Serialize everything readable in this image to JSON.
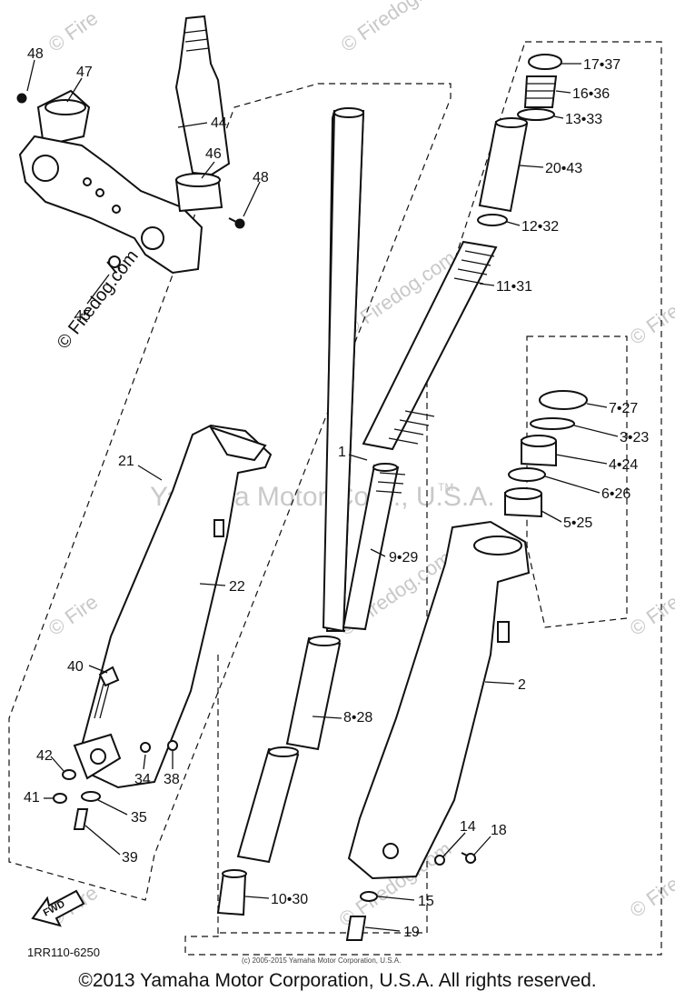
{
  "watermarks": {
    "center": "Yamaha Motor Corp., U.S.A.",
    "tm": "TM",
    "tiled": "© Firedog.com",
    "tiled_short": "© Fire"
  },
  "diagram_code": "1RR110-6250",
  "small_copyright": "(c) 2005-2015 Yamaha Motor Corporation, U.S.A.",
  "footer": "©2013 Yamaha Motor Corporation, U.S.A. All rights reserved.",
  "fwd_label": "FWD",
  "callouts": {
    "p48a": "48",
    "p47": "47",
    "p44": "44",
    "p46": "46",
    "p48b": "48",
    "p45": "45",
    "p21": "21",
    "p22": "22",
    "p40": "40",
    "p42": "42",
    "p34": "34",
    "p38": "38",
    "p41": "41",
    "p35": "35",
    "p39": "39",
    "p1": "1",
    "p9": "9",
    "p9b": "29",
    "p8": "8",
    "p8b": "28",
    "p10": "10",
    "p10b": "30",
    "p17": "17",
    "p17b": "37",
    "p16": "16",
    "p16b": "36",
    "p13": "13",
    "p13b": "33",
    "p20": "20",
    "p20b": "43",
    "p12": "12",
    "p12b": "32",
    "p11": "11",
    "p11b": "31",
    "p7": "7",
    "p7b": "27",
    "p3": "3",
    "p3b": "23",
    "p4": "4",
    "p4b": "24",
    "p6": "6",
    "p6b": "26",
    "p5": "5",
    "p5b": "25",
    "p2": "2",
    "p14": "14",
    "p18": "18",
    "p15": "15",
    "p19": "19"
  }
}
